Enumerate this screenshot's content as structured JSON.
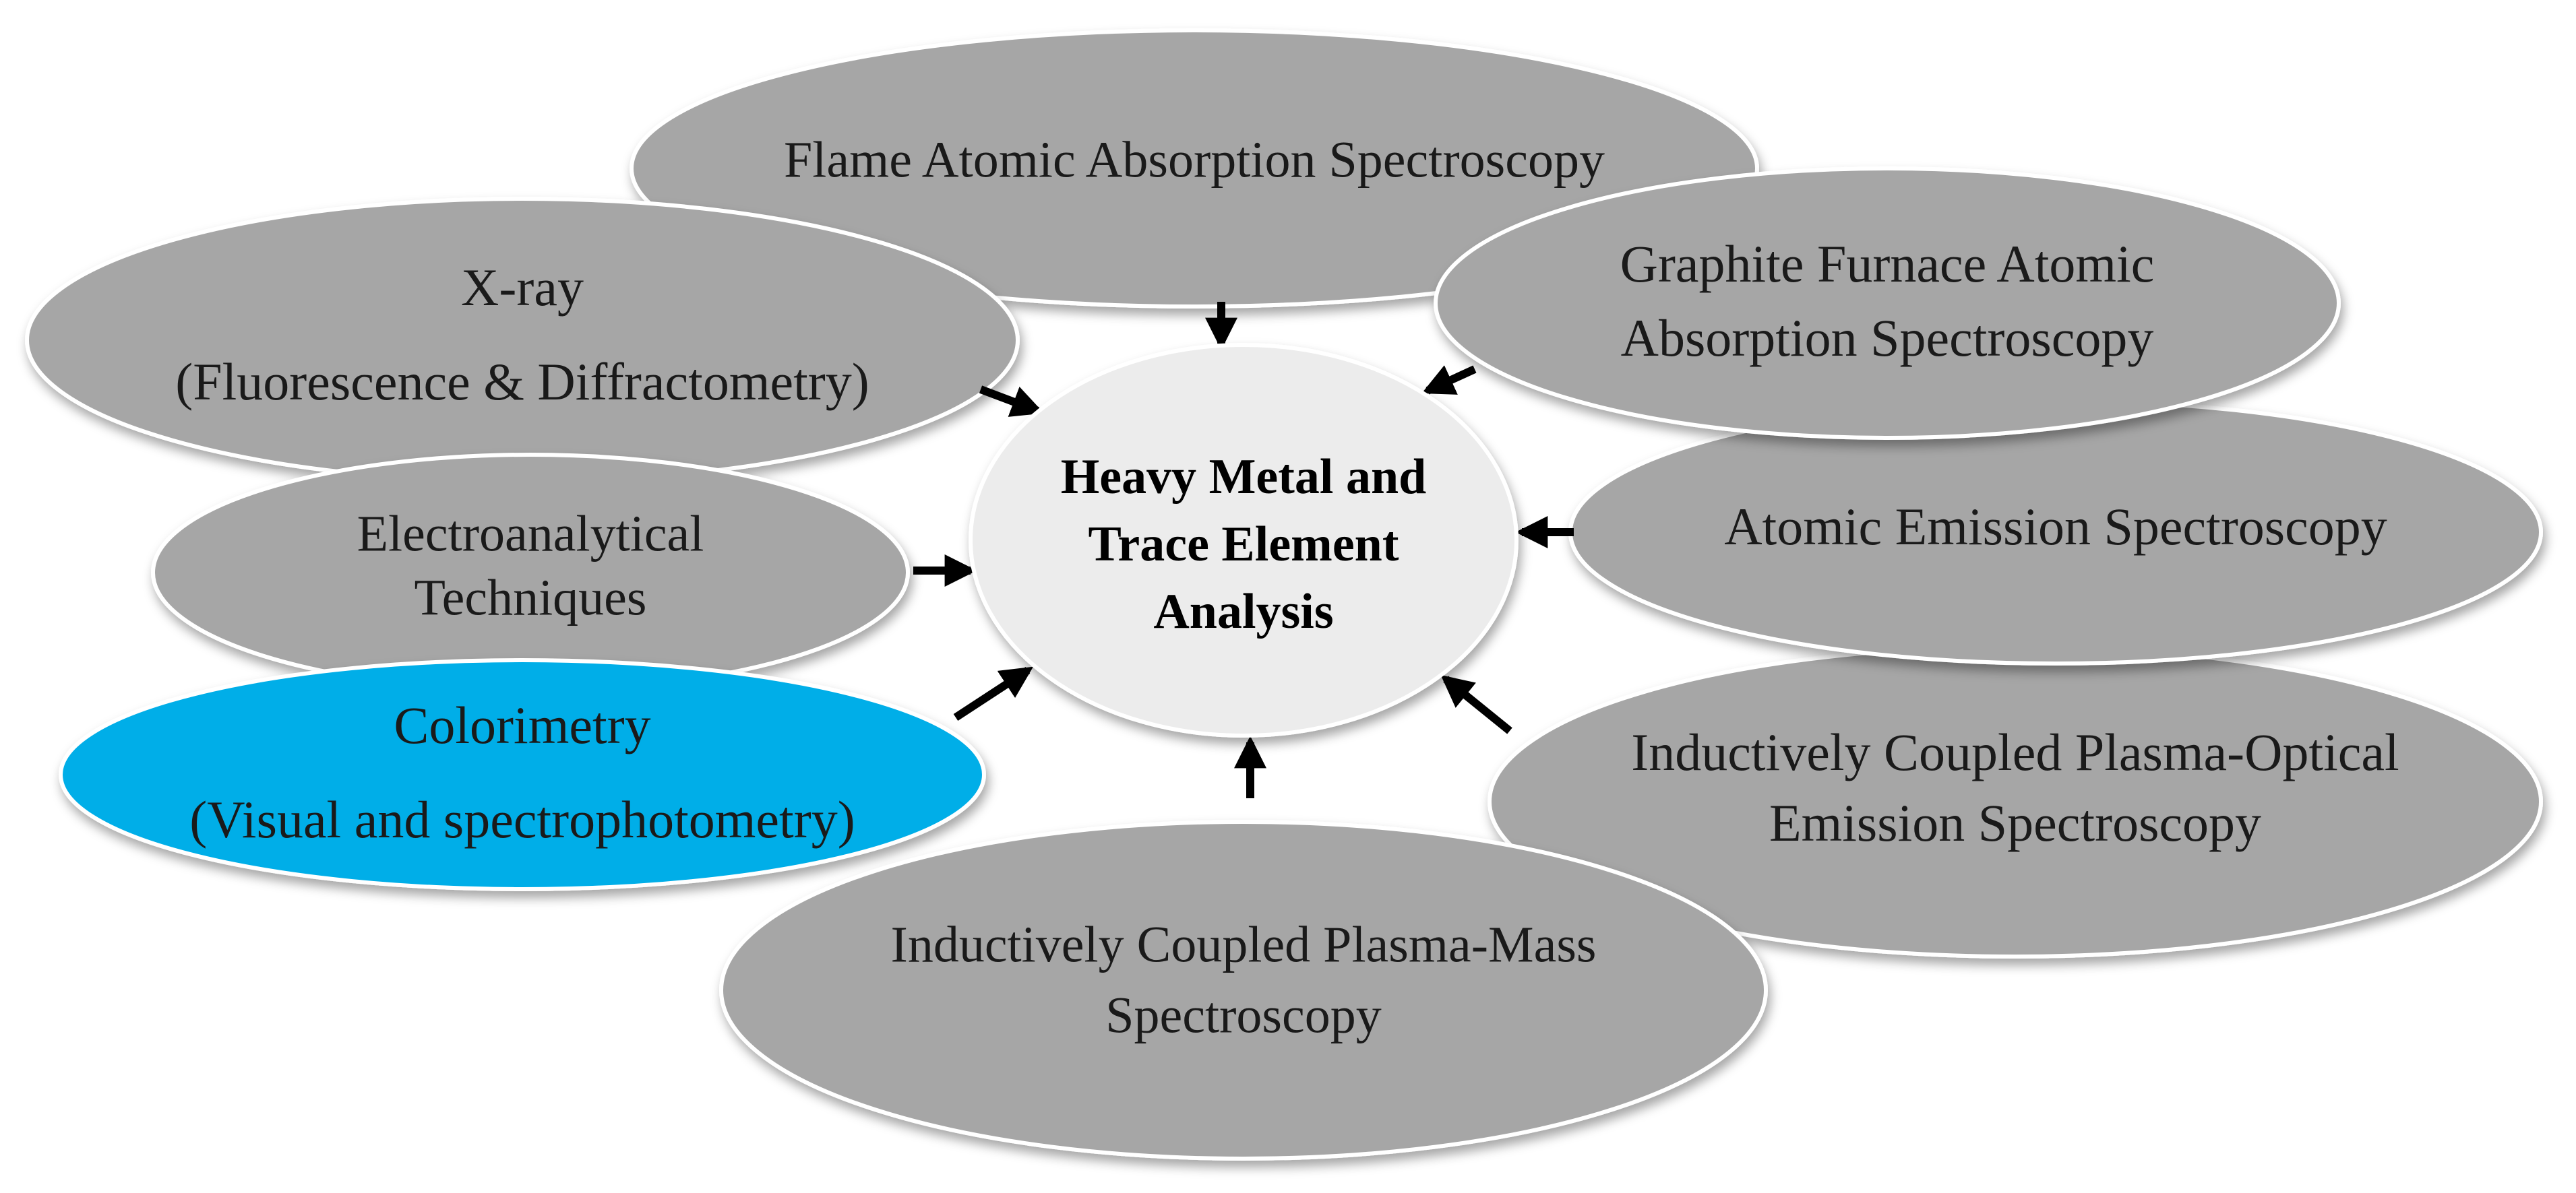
{
  "center": {
    "lines": [
      "Heavy Metal and",
      "Trace Element",
      "Analysis"
    ],
    "fill": "#ececec"
  },
  "techniques": [
    {
      "id": "flame-aas",
      "lines": [
        "Flame Atomic Absorption Spectroscopy"
      ],
      "fill": "#a6a6a6"
    },
    {
      "id": "xray",
      "lines": [
        "X-ray",
        "(Fluorescence & Diffractometry)"
      ],
      "fill": "#a6a6a6"
    },
    {
      "id": "gfaas",
      "lines": [
        "Graphite Furnace Atomic",
        "Absorption Spectroscopy"
      ],
      "fill": "#a6a6a6"
    },
    {
      "id": "electroanalytical",
      "lines": [
        "Electroanalytical",
        "Techniques"
      ],
      "fill": "#a6a6a6"
    },
    {
      "id": "aes",
      "lines": [
        "Atomic Emission Spectroscopy"
      ],
      "fill": "#a6a6a6"
    },
    {
      "id": "colorimetry",
      "lines": [
        "Colorimetry",
        "(Visual and spectrophotometry)"
      ],
      "fill": "#00aee8"
    },
    {
      "id": "icp-oes",
      "lines": [
        "Inductively Coupled Plasma-Optical",
        "Emission Spectroscopy"
      ],
      "fill": "#a6a6a6"
    },
    {
      "id": "icp-ms",
      "lines": [
        "Inductively Coupled Plasma-Mass",
        "Spectroscopy"
      ],
      "fill": "#a6a6a6"
    }
  ],
  "arrow_color": "#000000"
}
